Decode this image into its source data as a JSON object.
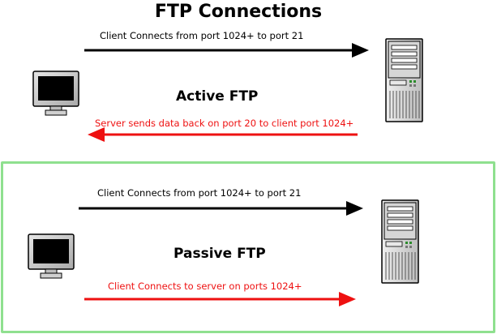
{
  "title": "FTP Connections",
  "colors": {
    "client_arrow": "#000000",
    "server_arrow": "#ee1111",
    "passive_box_border": "#8fe08f",
    "screen": "#000000",
    "device_body": "#c8c8c8"
  },
  "active": {
    "heading": "Active FTP",
    "client_label": "Client Connects from port 1024+ to port 21",
    "data_label": "Server sends data back on port 20 to client port 1024+",
    "client_icon": "computer-monitor-icon",
    "server_icon": "server-tower-icon"
  },
  "passive": {
    "heading": "Passive FTP",
    "client_label": "Client Connects from port 1024+ to port 21",
    "data_label": "Client Connects to server on ports 1024+",
    "client_icon": "computer-monitor-icon",
    "server_icon": "server-tower-icon"
  }
}
